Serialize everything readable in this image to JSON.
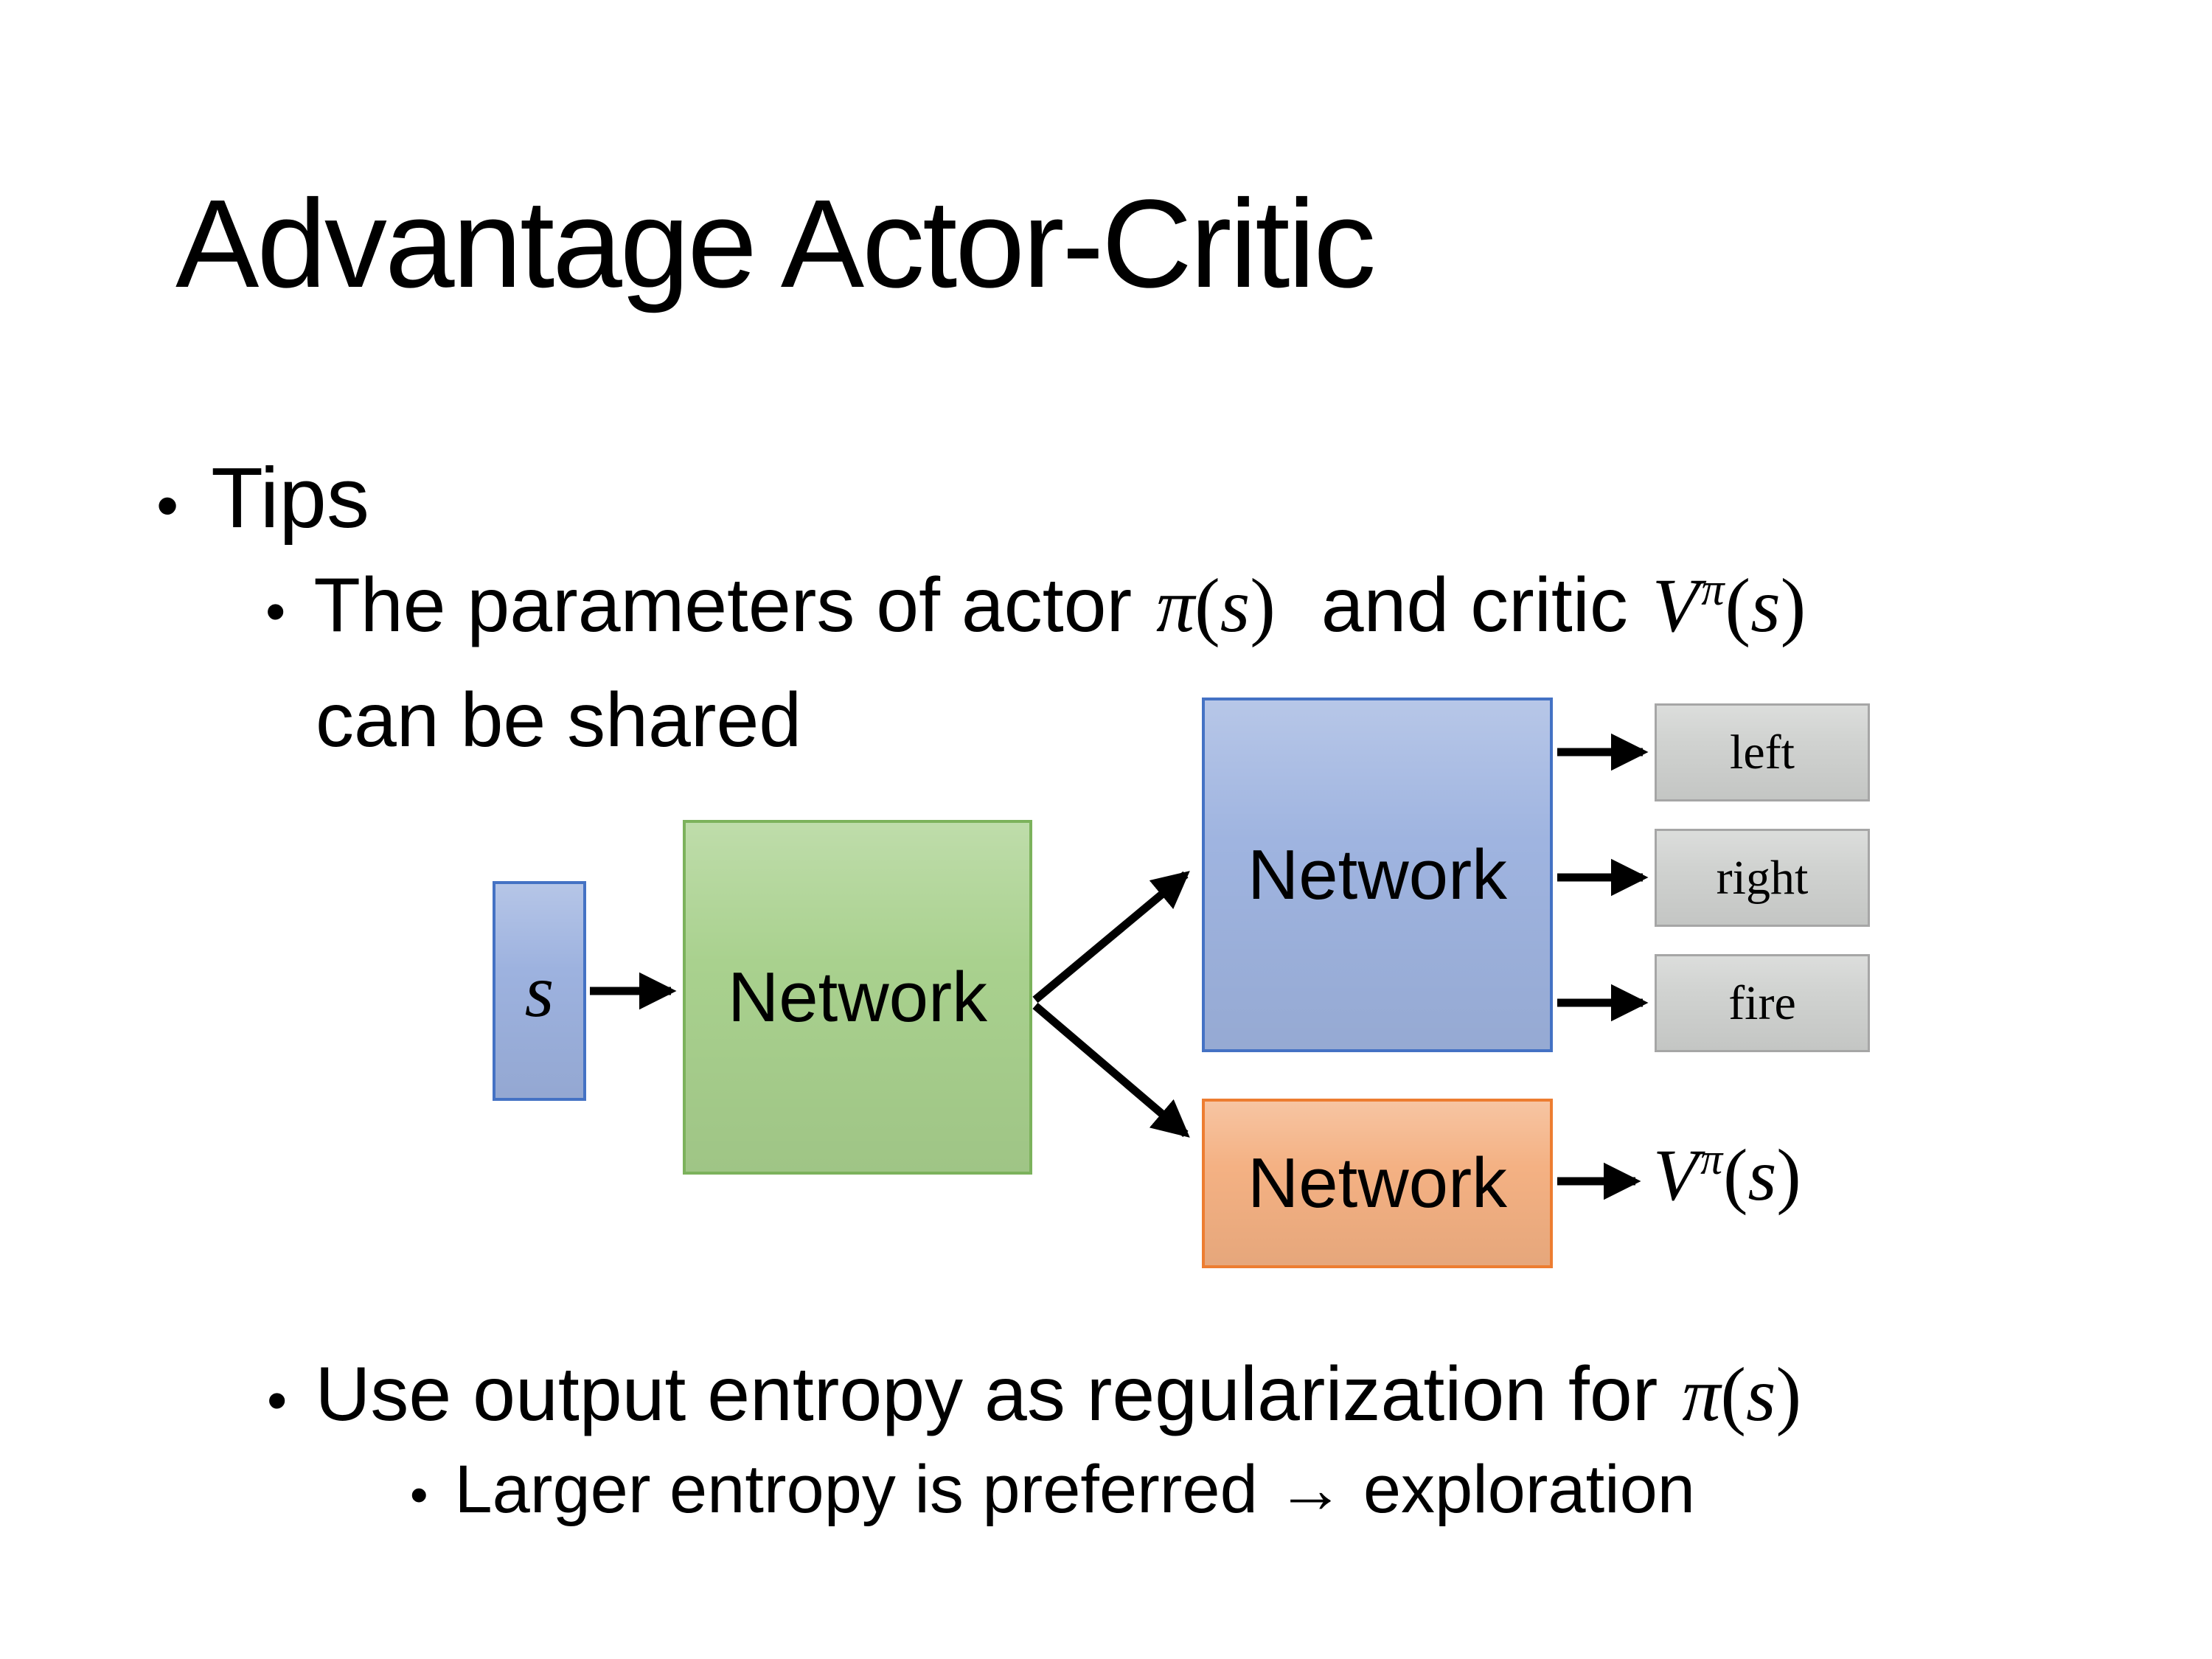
{
  "title": "Advantage Actor-Critic",
  "bullet_char": "•",
  "content": {
    "tips_label": "Tips",
    "line1_pre": "The parameters of actor ",
    "line1_mid": "  and critic ",
    "line1_cont": "can be shared",
    "line2_pre": "Use output entropy as regularization for ",
    "line3": "Larger entropy is preferred → exploration"
  },
  "math": {
    "pi": "π",
    "V": "V",
    "s": "s",
    "lparen": "(",
    "rparen": ")"
  },
  "diagram": {
    "state_label": "s",
    "shared_network_label": "Network",
    "actor_network_label": "Network",
    "critic_network_label": "Network",
    "action_left": "left",
    "action_right": "right",
    "action_fire": "fire",
    "colors": {
      "state_fill": "#9DB2DF",
      "state_border": "#4472C4",
      "shared_fill": "#A9D18E",
      "shared_border": "#7CB25C",
      "actor_fill": "#9FB4E0",
      "actor_border": "#4472C4",
      "critic_fill": "#F4B183",
      "critic_border": "#ED7D31",
      "action_fill": "#D0D2D0",
      "action_border": "#A6A6A6",
      "arrow": "#000000",
      "text": "#000000",
      "background": "#FFFFFF"
    }
  }
}
